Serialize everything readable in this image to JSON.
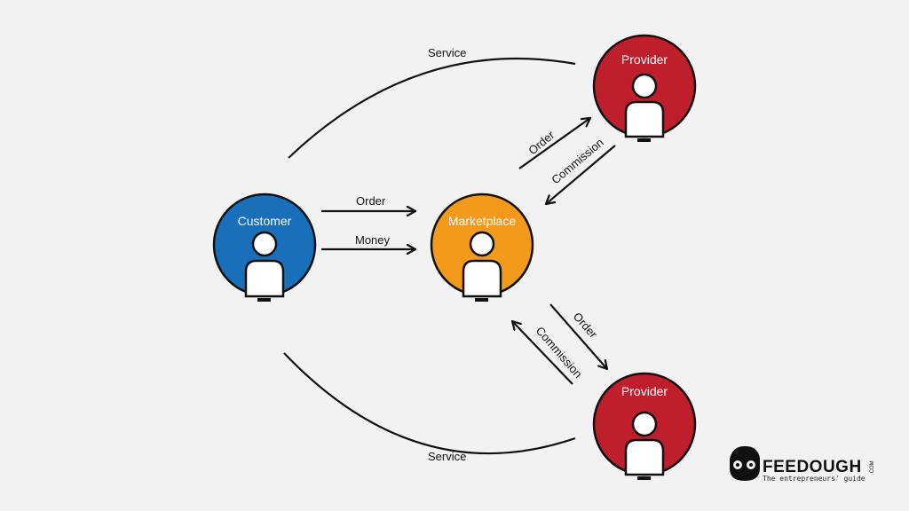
{
  "nodes": {
    "customer": {
      "label": "Customer",
      "color": "#1a6fba"
    },
    "marketplace": {
      "label": "Marketplace",
      "color": "#f39a1d"
    },
    "provider_top": {
      "label": "Provider",
      "color": "#bf1e2d"
    },
    "provider_bottom": {
      "label": "Provider",
      "color": "#bf1e2d"
    }
  },
  "edges": {
    "customer_to_marketplace_order": "Order",
    "customer_to_marketplace_money": "Money",
    "marketplace_to_provider_top_order": "Order",
    "provider_top_to_marketplace_commission": "Commission",
    "marketplace_to_provider_bottom_order": "Order",
    "provider_bottom_to_marketplace_commission": "Commission",
    "service_top": "Service",
    "service_bottom": "Service"
  },
  "brand": {
    "name": "FEEDOUGH",
    "suffix": ".COM",
    "tagline": "The entrepreneurs' guide"
  }
}
